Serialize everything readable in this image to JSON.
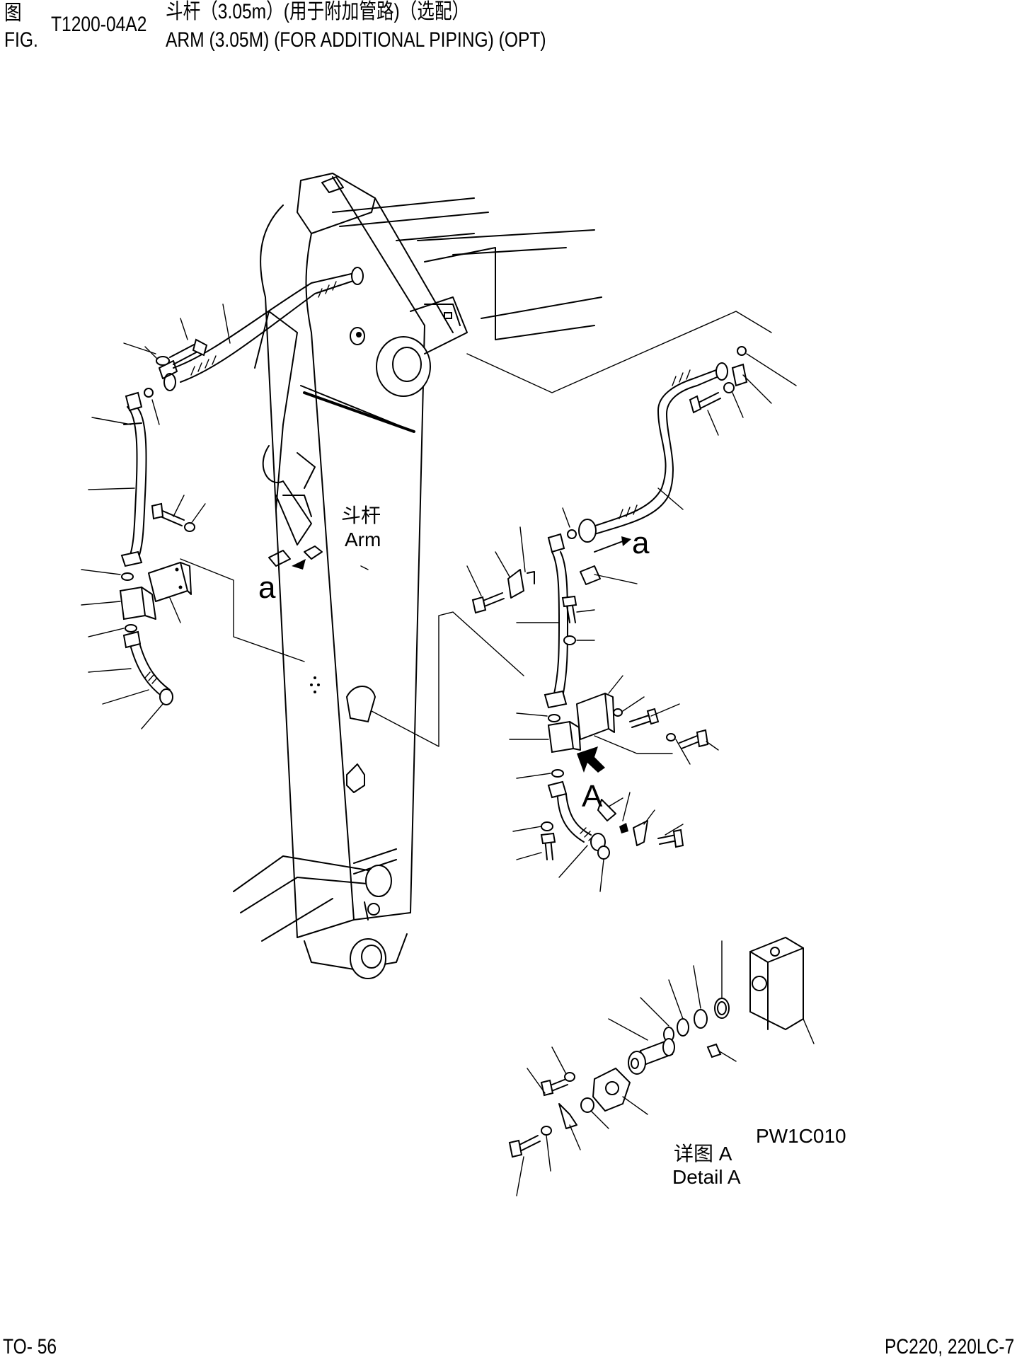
{
  "header": {
    "fig_cn": "图",
    "fig_en": "FIG.",
    "fig_number": "T1200-04A2",
    "title_cn": "斗杆（3.05m）(用于附加管路)（选配）",
    "title_en": "ARM (3.05M) (FOR ADDITIONAL PIPING) (OPT)"
  },
  "labels": {
    "arm_cn": "斗杆",
    "arm_en": "Arm",
    "view_a_left": "a",
    "view_a_right": "a",
    "view_A": "A",
    "drawing_code": "PW1C010",
    "detail_cn": "详图 A",
    "detail_en": "Detail A"
  },
  "footer": {
    "page": "TO- 56",
    "model": "PC220, 220LC-7"
  }
}
